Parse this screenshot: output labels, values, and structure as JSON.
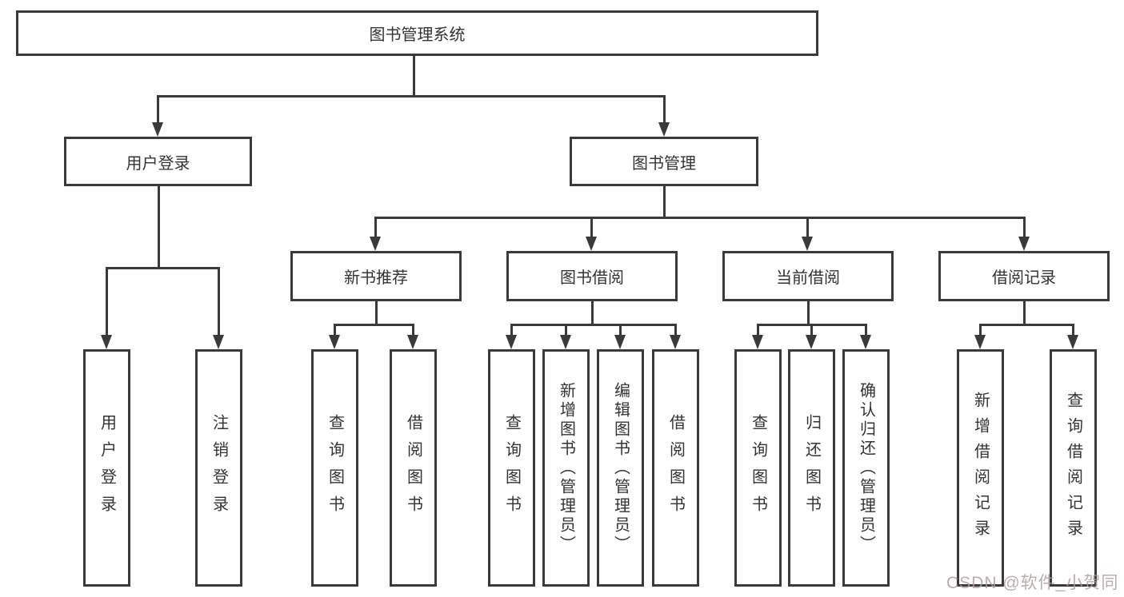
{
  "diagram": {
    "root": {
      "label": "图书管理系统"
    },
    "branches": [
      {
        "label": "用户登录",
        "children": [
          {
            "label": "用户登录"
          },
          {
            "label": "注销登录"
          }
        ]
      },
      {
        "label": "图书管理",
        "children": [
          {
            "label": "新书推荐",
            "children": [
              {
                "label": "查询图书"
              },
              {
                "label": "借阅图书"
              }
            ]
          },
          {
            "label": "图书借阅",
            "children": [
              {
                "label": "查询图书"
              },
              {
                "label": "新增图书（管理员）"
              },
              {
                "label": "编辑图书（管理员）"
              },
              {
                "label": "借阅图书"
              }
            ]
          },
          {
            "label": "当前借阅",
            "children": [
              {
                "label": "查询图书"
              },
              {
                "label": "归还图书"
              },
              {
                "label": "确认归还（管理员）"
              }
            ]
          },
          {
            "label": "借阅记录",
            "children": [
              {
                "label": "新增借阅记录"
              },
              {
                "label": "查询借阅记录"
              }
            ]
          }
        ]
      }
    ]
  },
  "watermark": {
    "text": "CSDN @软件_小贺同学"
  },
  "colors": {
    "line": "#3a3a3a",
    "text": "#333333",
    "background": "#ffffff",
    "watermark": "#ac9e9e"
  }
}
